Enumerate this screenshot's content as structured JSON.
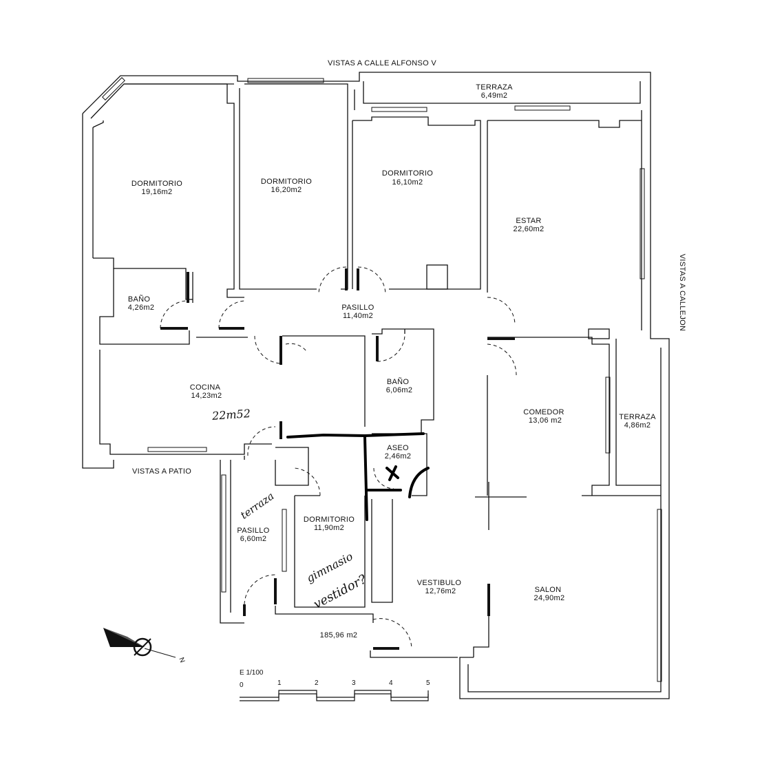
{
  "views": {
    "top": "VISTAS A CALLE ALFONSO V",
    "right": "VISTAS A CALLEJON",
    "patio": "VISTAS A PATIO"
  },
  "rooms": [
    {
      "id": "dorm1",
      "name": "DORMITORIO",
      "area": "19,16m2"
    },
    {
      "id": "dorm2",
      "name": "DORMITORIO",
      "area": "16,20m2"
    },
    {
      "id": "dorm3",
      "name": "DORMITORIO",
      "area": "16,10m2"
    },
    {
      "id": "estar",
      "name": "ESTAR",
      "area": "22,60m2"
    },
    {
      "id": "terraza1",
      "name": "TERRAZA",
      "area": "6,49m2"
    },
    {
      "id": "bano1",
      "name": "BAÑO",
      "area": "4,26m2"
    },
    {
      "id": "pasillo1",
      "name": "PASILLO",
      "area": "11,40m2"
    },
    {
      "id": "cocina",
      "name": "COCINA",
      "area": "14,23m2"
    },
    {
      "id": "bano2",
      "name": "BAÑO",
      "area": "6,06m2"
    },
    {
      "id": "comedor",
      "name": "COMEDOR",
      "area": "13,06 m2"
    },
    {
      "id": "terraza2",
      "name": "TERRAZA",
      "area": "4,86m2"
    },
    {
      "id": "aseo",
      "name": "ASEO",
      "area": "2,46m2"
    },
    {
      "id": "pasillo2",
      "name": "PASILLO",
      "area": "6,60m2"
    },
    {
      "id": "dorm4",
      "name": "DORMITORIO",
      "area": "11,90m2"
    },
    {
      "id": "vestibulo",
      "name": "VESTIBULO",
      "area": "12,76m2"
    },
    {
      "id": "salon",
      "name": "SALON",
      "area": "24,90m2"
    }
  ],
  "total_area": "185,96 m2",
  "scale": {
    "label": "E 1/100",
    "ticks": [
      "0",
      "1",
      "2",
      "3",
      "4",
      "5"
    ]
  },
  "handwritten": {
    "cocina_note": "22m52",
    "pasillo_note": "terraza",
    "dorm_note_1": "gimnasio",
    "dorm_note_2": "vestidor?"
  },
  "north_marker": "N"
}
